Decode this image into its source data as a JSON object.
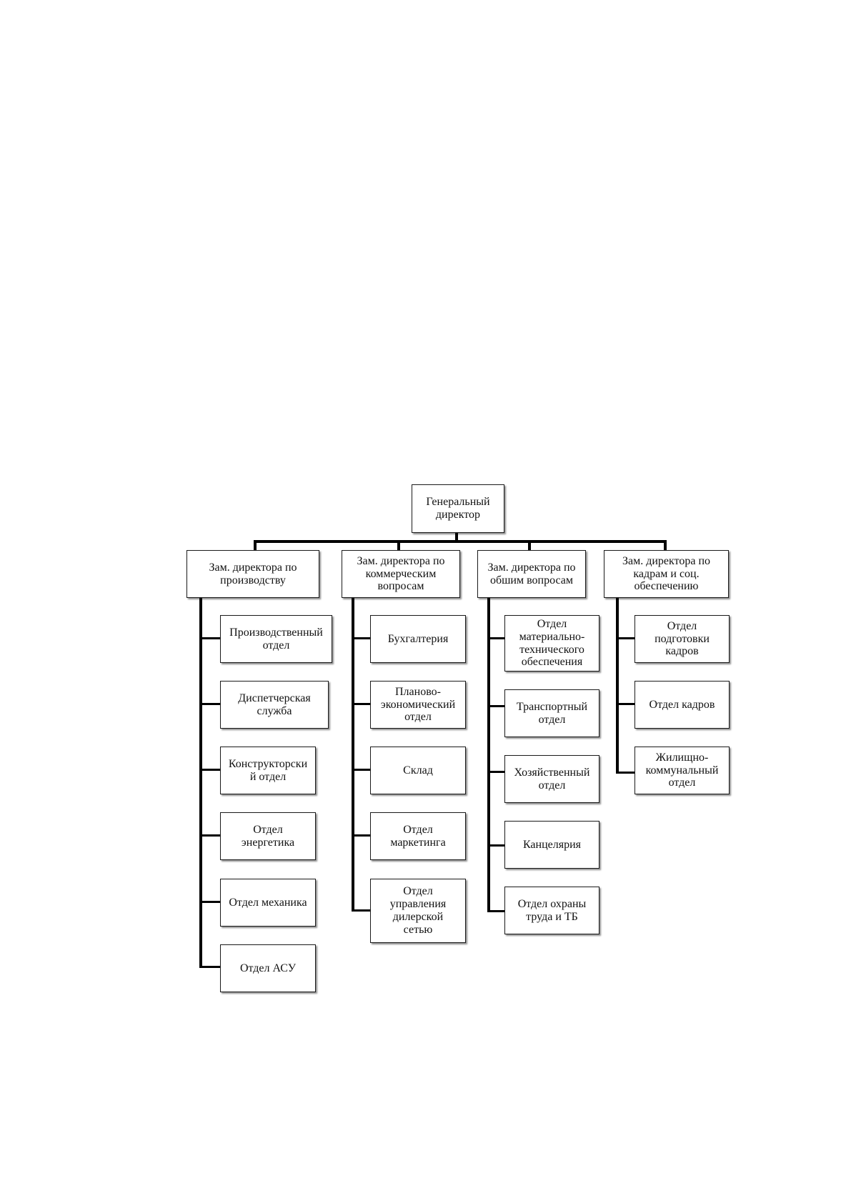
{
  "org_chart": {
    "root": {
      "label": "Генеральный\nдиректор"
    },
    "branches": [
      {
        "label": "Зам. директора по\nпроизводству",
        "departments": [
          "Производственный\nотдел",
          "Диспетчерская\nслужба",
          "Конструкторски\nй отдел",
          "Отдел\nэнергетика",
          "Отдел механика",
          "Отдел АСУ"
        ]
      },
      {
        "label": "Зам. директора по\nкоммерческим\nвопросам",
        "departments": [
          "Бухгалтерия",
          "Планово-\nэкономический\nотдел",
          "Склад",
          "Отдел\nмаркетинга",
          "Отдел\nуправления\nдилерской\nсетью"
        ]
      },
      {
        "label": "Зам. директора по\nобшим вопросам",
        "departments": [
          "Отдел\nматериально-\nтехнического\nобеспечения",
          "Транспортный\nотдел",
          "Хозяйственный\nотдел",
          "Канцелярия",
          "Отдел охраны\nтруда и ТБ"
        ]
      },
      {
        "label": "Зам. директора по\nкадрам и соц.\nобеспечению",
        "departments": [
          "Отдел\nподготовки\nкадров",
          "Отдел кадров",
          "Жилищно-\nкоммунальный\nотдел"
        ]
      }
    ]
  }
}
